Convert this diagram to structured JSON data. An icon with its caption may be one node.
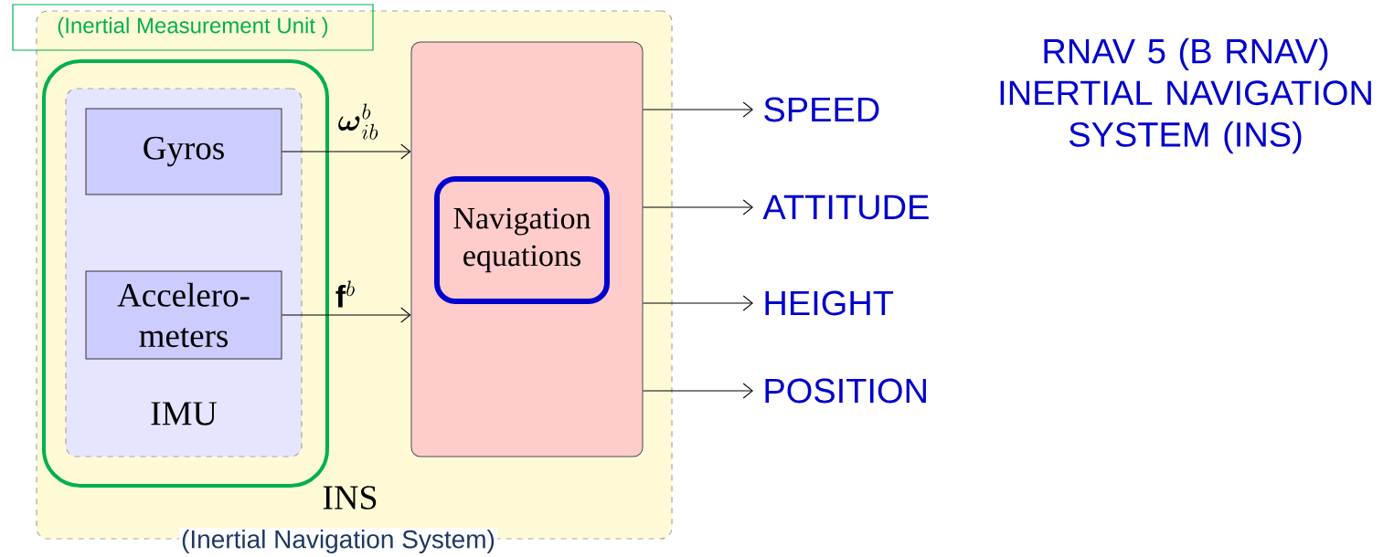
{
  "diagram": {
    "title": "RNAV 5 (B RNAV) INERTIAL NAVIGATION SYSTEM (INS)",
    "nodes": [
      {
        "text": [
          "INS",
          "(Inertial Navigation System)"
        ]
      },
      {
        "text": [
          "(Inertial Measurement Unit )"
        ]
      },
      {
        "text": [],
        "shape": "box",
        "in": 0
      },
      {
        "text": [
          "IMU"
        ],
        "in": 2
      },
      {
        "text": [
          "Gyros"
        ],
        "in": 3
      },
      {
        "text": [
          "Accelero- meters"
        ],
        "in": 3
      },
      {
        "text": [],
        "shape": "box",
        "in": 0
      },
      {
        "text": [
          "Navigation equations"
        ],
        "in": 6
      },
      {
        "text": [
          "SPEED"
        ]
      },
      {
        "text": [
          "ATTITUDE"
        ]
      },
      {
        "text": [
          "HEIGHT"
        ]
      },
      {
        "text": [
          "POSITION"
        ]
      }
    ],
    "edges": [
      {
        "from": 4,
        "to": 6,
        "arrow": "to",
        "label": "\\boldsymbol{\\omega}^{b}_{ib}"
      },
      {
        "from": 5,
        "to": 6,
        "arrow": "to",
        "label": "\\mathbf{f}^{b}"
      },
      {
        "from": 6,
        "to": 8,
        "arrow": "to"
      },
      {
        "from": 6,
        "to": 9,
        "arrow": "to"
      },
      {
        "from": 6,
        "to": 10,
        "arrow": "to"
      },
      {
        "from": 6,
        "to": 11,
        "arrow": "to"
      }
    ]
  }
}
